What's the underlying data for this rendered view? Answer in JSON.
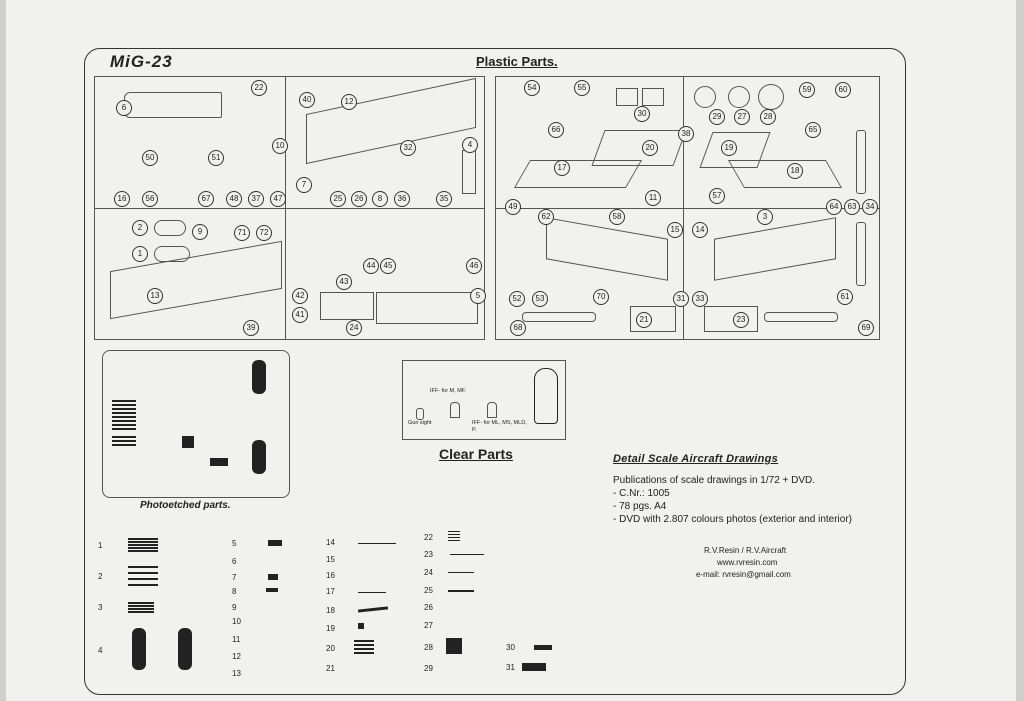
{
  "header": {
    "model_logo": "MiG-23",
    "plastic_title": "Plastic Parts."
  },
  "clear_parts": {
    "title": "Clear Parts",
    "iff_mf": "IFF- for M, MF.",
    "iff_ml": "IFF- for ML, MS, MLD, P.",
    "gun_sight": "Gun sight"
  },
  "photoetched": {
    "title": "Photoetched parts."
  },
  "detail_scale": {
    "heading": "Detail Scale Aircraft Drawings",
    "line1": "Publications of scale drawings in 1/72  + DVD.",
    "line2": "- C.Nr.: 1005",
    "line3": "- 78 pgs. A4",
    "line4": "- DVD with 2.807 colours photos (exterior and interior)",
    "company": "R.V.Resin / R.V.Aircraft",
    "website": "www.rvresin.com",
    "email": "e-mail: rvresin@gmail.com"
  },
  "part_labels": {
    "left_top": [
      "22",
      "6",
      "10",
      "40",
      "12",
      "32",
      "4",
      "50",
      "51",
      "7",
      "25",
      "26",
      "8",
      "36",
      "35",
      "16",
      "56",
      "67",
      "48",
      "37",
      "47",
      "2",
      "9",
      "71",
      "72",
      "1",
      "13",
      "39",
      "44",
      "45",
      "43",
      "42",
      "41",
      "24",
      "46",
      "5"
    ],
    "right": [
      "54",
      "55",
      "59",
      "60",
      "30",
      "29",
      "27",
      "28",
      "66",
      "65",
      "38",
      "20",
      "19",
      "17",
      "18",
      "11",
      "57",
      "49",
      "62",
      "58",
      "3",
      "15",
      "14",
      "64",
      "63",
      "34",
      "52",
      "53",
      "70",
      "31",
      "33",
      "61",
      "68",
      "21",
      "23",
      "69"
    ]
  },
  "pe_list": {
    "col1": [
      "1",
      "2",
      "3",
      "4"
    ],
    "col2": [
      "5",
      "6",
      "7",
      "8",
      "9",
      "10",
      "11",
      "12",
      "13"
    ],
    "col3": [
      "14",
      "15",
      "16",
      "17",
      "18",
      "19",
      "20",
      "21"
    ],
    "col4": [
      "22",
      "23",
      "24",
      "25",
      "26",
      "27",
      "28",
      "29"
    ],
    "col5": [
      "30",
      "31"
    ]
  }
}
